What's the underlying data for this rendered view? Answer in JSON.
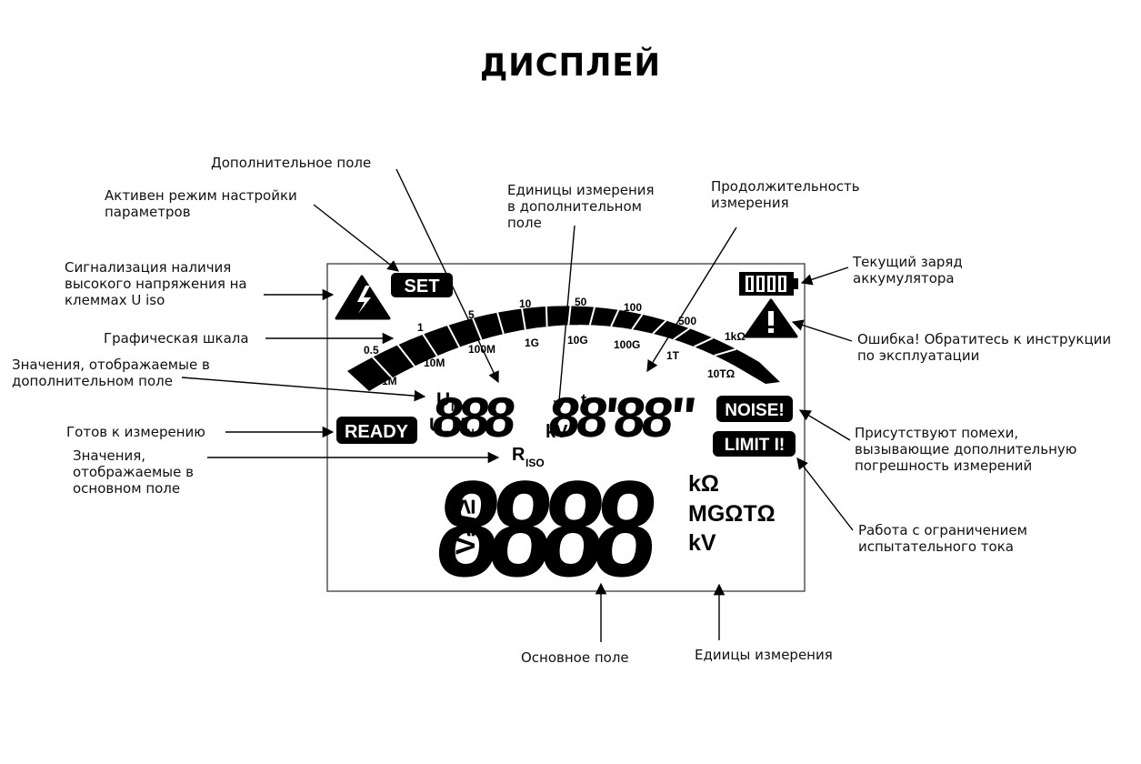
{
  "title": "ДИСПЛЕЙ",
  "callouts": {
    "additional_field": "Дополнительное поле",
    "setup_mode": "Активен режим настройки\nпараметров",
    "additional_units": "Единицы измерения\nв дополнительном\nполе",
    "duration": "Продолжительность\nизмерения",
    "high_voltage": "Сигнализация наличия\nвысокого напряжения на\nклеммах U iso",
    "battery": "Текущий заряд\nаккумулятора",
    "graphic_scale": "Графическая шкала",
    "error": "Ошибка! Обратитесь к инструкции\nпо эксплуатации",
    "additional_values": "Значения, отображаемые в\nдополнительном поле",
    "ready": "Готов к измерению",
    "noise": "Присутствуют помехи,\nвызывающие дополнительную\nпогрешность измерений",
    "main_values": "Значения,\nотображаемые в\nосновном поле",
    "limit": "Работа с ограничением\nиспытательного тока",
    "main_field": "Основное поле",
    "units": "Едиицы измерения"
  },
  "lcd": {
    "set_badge": "SET",
    "ready_badge": "READY",
    "noise_badge": "NOISE!",
    "limit_badge": "LIMIT I!",
    "u_iso": "U",
    "u_iso_sub": "ISO",
    "un_un": "U",
    "un_sub": "n",
    "un2": "U",
    "un2_sub": "N",
    "aux_value": "888",
    "aux_unit": "kV",
    "time_prefix": "t",
    "time_value": "88'88\"",
    "r_iso": "R",
    "r_iso_sub": "ISO",
    "main_value": "8888",
    "main_unit_1": "kΩ",
    "main_unit_2": "MGΩTΩ",
    "main_unit_3": "kV",
    "side_symbols": "V≥/≥",
    "scale_top": [
      "0.5",
      "1",
      "5",
      "10",
      "50",
      "100",
      "500",
      "1kΩ"
    ],
    "scale_bottom": [
      "1M",
      "10M",
      "100M",
      "1G",
      "10G",
      "100G",
      "1T",
      "10TΩ"
    ]
  }
}
